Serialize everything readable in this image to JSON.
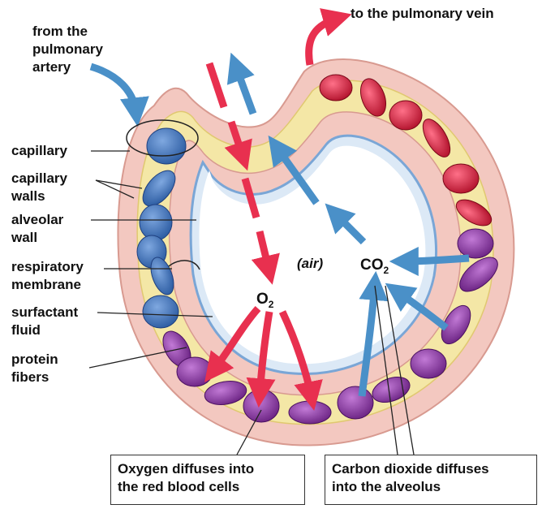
{
  "labels": {
    "from_line1": "from the",
    "from_line2": "pulmonary",
    "from_line3": "artery",
    "to_vein": "to the pulmonary vein",
    "capillary": "capillary",
    "capillary_walls_1": "capillary",
    "capillary_walls_2": "walls",
    "alveolar_wall_1": "alveolar",
    "alveolar_wall_2": "wall",
    "respiratory_1": "respiratory",
    "respiratory_2": "membrane",
    "surfactant_1": "surfactant",
    "surfactant_2": "fluid",
    "protein_1": "protein",
    "protein_2": "fibers",
    "air": "(air)",
    "o2_main": "O",
    "o2_sub": "2",
    "co2_main": "CO",
    "co2_sub": "2"
  },
  "captions": {
    "oxygen_line1": "Oxygen diffuses into",
    "oxygen_line2": "the red blood cells",
    "co2_line1": "Carbon dioxide diffuses",
    "co2_line2": "into the alveolus"
  },
  "colors": {
    "oxygen_arrow": "#e8304f",
    "co2_arrow": "#4a90c8",
    "blue_cell": "#3f6fb5",
    "red_cell": "#d0203a",
    "purple_cell": "#8a3aa0",
    "tissue_pink": "#f3c8c0",
    "fluid_yellow": "#f4e7a6"
  }
}
